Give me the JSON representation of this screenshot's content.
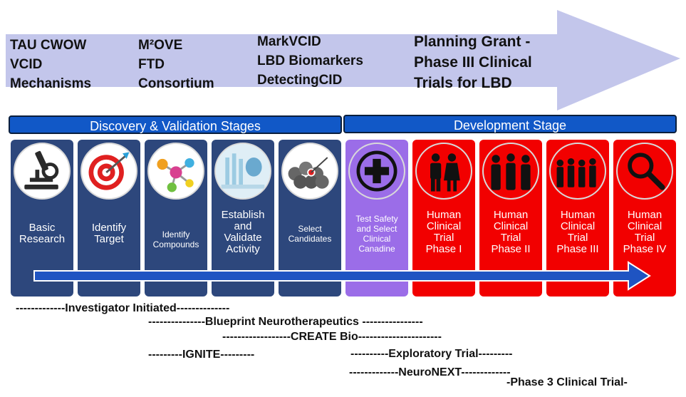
{
  "programs": [
    {
      "id": "tau",
      "text": "TAU CWOW\nVCID\nMechanisms"
    },
    {
      "id": "move",
      "text": "M²OVE\nFTD\nConsortium"
    },
    {
      "id": "markvcid",
      "text": "MarkVCID\nLBD Biomarkers\nDetectingCID"
    },
    {
      "id": "planning",
      "text": "Planning Grant -\nPhase III Clinical\nTrials for LBD"
    }
  ],
  "stages": {
    "discovery": "Discovery & Validation Stages",
    "development": "Development Stage"
  },
  "steps": [
    {
      "label": "Basic\nResearch",
      "icon": "microscope-icon",
      "color": "blue"
    },
    {
      "label": "Identify\nTarget",
      "icon": "target-icon",
      "color": "blue"
    },
    {
      "label": "Identify\nCompounds",
      "icon": "molecule-icon",
      "color": "blue"
    },
    {
      "label": "Establish\nand\nValidate\nActivity",
      "icon": "lab-icon",
      "color": "blue"
    },
    {
      "label": "Select\nCandidates",
      "icon": "spheres-target-icon",
      "color": "blue"
    },
    {
      "label": "Test Safety\nand Select\nClinical\nCanadine",
      "icon": "medical-cross-icon",
      "color": "purple"
    },
    {
      "label": "Human\nClinical\nTrial\nPhase I",
      "icon": "two-people-icon",
      "color": "red"
    },
    {
      "label": "Human\nClinical\nTrial\nPhase II",
      "icon": "three-people-icon",
      "color": "red"
    },
    {
      "label": "Human\nClinical\nTrial\nPhase III",
      "icon": "crowd-icon",
      "color": "red"
    },
    {
      "label": "Human\nClinical\nTrial\nPhase IV",
      "icon": "magnifier-icon",
      "color": "red"
    }
  ],
  "mechanisms": [
    {
      "id": "investigator",
      "text": "-------------Investigator Initiated--------------"
    },
    {
      "id": "blueprint",
      "text": "---------------Blueprint Neurotherapeutics ----------------"
    },
    {
      "id": "create",
      "text": "------------------CREATE Bio----------------------"
    },
    {
      "id": "ignite",
      "text": "---------IGNITE---------"
    },
    {
      "id": "exploratory",
      "text": "----------Exploratory Trial---------"
    },
    {
      "id": "neuronext",
      "text": "-------------NeuroNEXT-------------"
    },
    {
      "id": "phase3",
      "text": "-Phase 3 Clinical Trial-"
    }
  ],
  "colors": {
    "blue": "#2d477c",
    "purple": "#9b6de8",
    "red": "#f20000",
    "stage": "#1158c7",
    "arrow": "#bfc3ea",
    "flow": "#1f54c2"
  }
}
